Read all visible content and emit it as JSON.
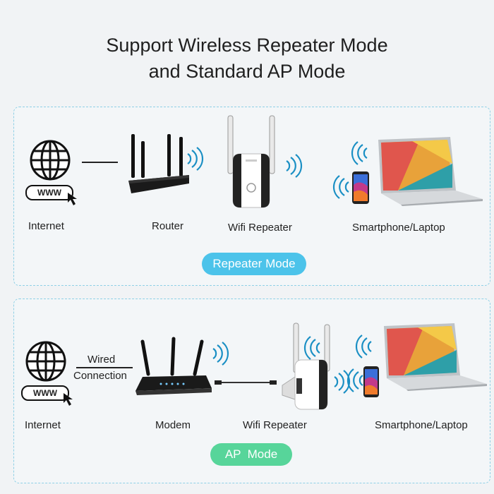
{
  "title": {
    "line1": "Support Wireless Repeater Mode",
    "line2": "and Standard AP Mode"
  },
  "repeater_mode": {
    "badge": "Repeater Mode",
    "labels": {
      "internet": "Internet",
      "router": "Router",
      "repeater": "Wifi Repeater",
      "clients": "Smartphone/Laptop"
    },
    "www": "WWW"
  },
  "ap_mode": {
    "badge": "AP  Mode",
    "labels": {
      "internet": "Internet",
      "modem": "Modem",
      "repeater": "Wifi Repeater",
      "clients": "Smartphone/Laptop"
    },
    "wired_line1": "Wired",
    "wired_line2": "Connection",
    "www": "WWW"
  },
  "colors": {
    "repeater_badge": "#4cc3ea",
    "ap_badge": "#57d59a",
    "border": "#8fd0e6",
    "signal": "#1a8fc4"
  }
}
